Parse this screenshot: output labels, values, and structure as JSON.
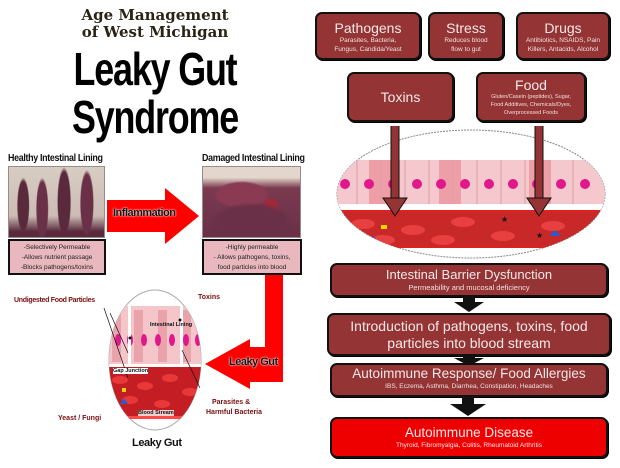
{
  "header": {
    "org_line1": "Age Management",
    "org_line2": "of West Michigan",
    "title_line1": "Leaky Gut",
    "title_line2": "Syndrome"
  },
  "left_panel": {
    "healthy": {
      "label": "Healthy Intestinal Lining",
      "notes": [
        "-Selectively  Permeable",
        "-Allows nutrient passage",
        "-Blocks pathogens/toxins"
      ]
    },
    "damaged": {
      "label": "Damaged Intestinal Lining",
      "notes": [
        "-Highly permeable",
        "- Allows pathogens, toxins,",
        "food particles into blood"
      ]
    },
    "transition_arrow_label": "Inflammation",
    "leaky_arrow_label": "Leaky Gut",
    "illustration": {
      "callouts": {
        "undigested": "Undigested Food Particles",
        "toxins": "Toxins",
        "intestinal_lining": "Intestinal Lining",
        "gap_junction": "Gap Junction",
        "blood_stream": "Blood Stream",
        "parasites_1": "Parasites &",
        "parasites_2": "Harmful Bacteria",
        "yeast": "Yeast / Fungi"
      },
      "caption": "Leaky Gut"
    }
  },
  "flowchart": {
    "causes": [
      {
        "title": "Pathogens",
        "detail": [
          "Parasites,  Bacteria,",
          "Fungus, Candida/Yeast"
        ]
      },
      {
        "title": "Stress",
        "detail": [
          "Reduces blood",
          "flow to gut"
        ]
      },
      {
        "title": "Drugs",
        "detail": [
          "Antibiotics,    NSAIDS, Pain",
          "Killers,   Antacids,  Alcohol"
        ]
      },
      {
        "title": "Toxins",
        "detail": []
      },
      {
        "title": "Food",
        "detail": [
          "Gluten/Casein   (peptides),   Sugar,",
          "Food  Additives,   Chemicals/Dyes,",
          "Overprocessed   Foods"
        ]
      }
    ],
    "steps": [
      {
        "title": "Intestinal Barrier Dysfunction",
        "detail": "Permeability and mucosal deficiency"
      },
      {
        "title_line1": "Introduction of pathogens, toxins, food",
        "title_line2": "particles into blood stream"
      },
      {
        "title": "Autoimmune Response/ Food Allergies",
        "detail": "IBS, Eczema,  Asthma, Diarrhea, Constipation, Headaches"
      },
      {
        "title": "Autoimmune Disease",
        "detail": "Thyroid, Fibromyalgia, Colitis, Rheumatoid Arthritis"
      }
    ]
  },
  "colors": {
    "box_maroon": "#943434",
    "box_red": "#ee0000",
    "arrow_red": "#ff0000",
    "note_pink": "#e9b8bf"
  }
}
